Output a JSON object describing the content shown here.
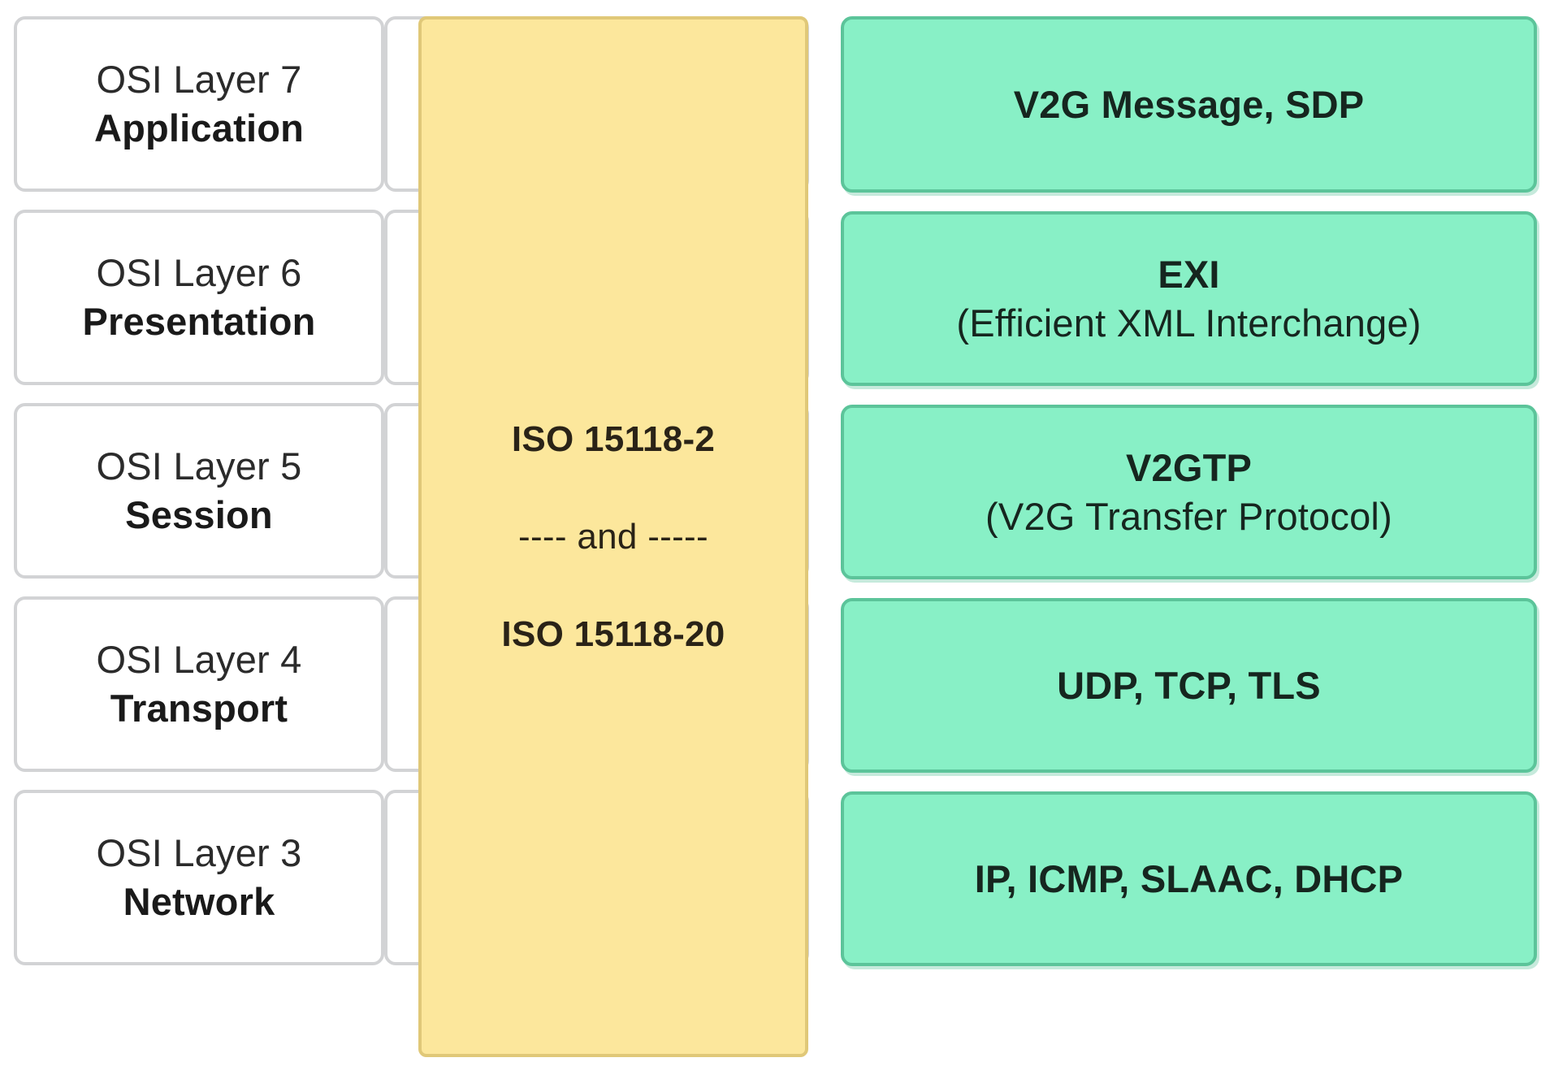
{
  "diagram": {
    "title": "ISO 15118 protocol stack mapped to OSI layers",
    "colors": {
      "osi_box_fill": "#ffffff",
      "osi_box_border": "#d2d3d5",
      "standard_fill": "#fce79c",
      "standard_border": "#e0c878",
      "protocol_fill": "#88f0c6",
      "protocol_border": "#5cc49a",
      "text": "#1f1f1f"
    }
  },
  "osi_layers": [
    {
      "number": "OSI Layer 7",
      "name": "Application"
    },
    {
      "number": "OSI Layer 6",
      "name": "Presentation"
    },
    {
      "number": "OSI Layer 5",
      "name": "Session"
    },
    {
      "number": "OSI Layer 4",
      "name": "Transport"
    },
    {
      "number": "OSI Layer 3",
      "name": "Network"
    }
  ],
  "standard_block": {
    "first": "ISO 15118-2",
    "conjunction": "---- and -----",
    "second": "ISO 15118-20"
  },
  "protocols": [
    {
      "main": "V2G Message, SDP",
      "sub": ""
    },
    {
      "main": "EXI",
      "sub": "(Efficient XML Interchange)"
    },
    {
      "main": "V2GTP",
      "sub": "(V2G Transfer Protocol)"
    },
    {
      "main": "UDP, TCP, TLS",
      "sub": ""
    },
    {
      "main": "IP, ICMP, SLAAC, DHCP",
      "sub": ""
    }
  ]
}
